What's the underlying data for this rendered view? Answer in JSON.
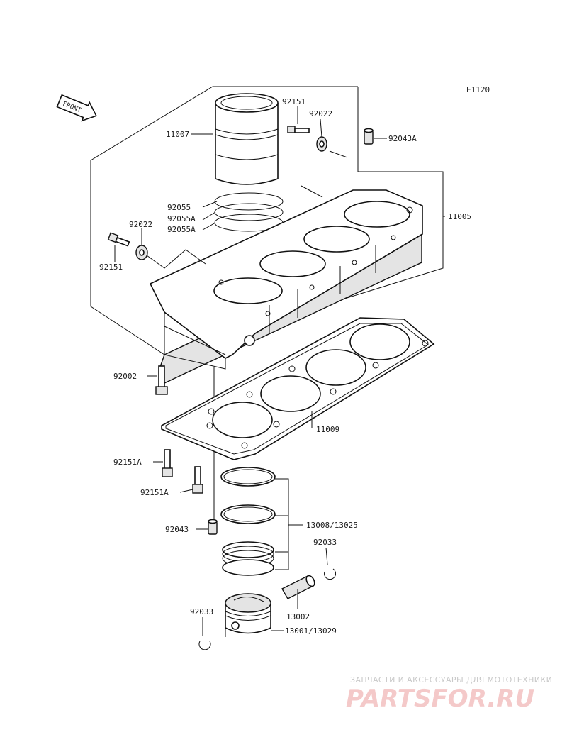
{
  "diagram": {
    "code": "E1120",
    "front_label": "FRONT",
    "labels": {
      "p11007": "11007",
      "p92151_top": "92151",
      "p92022_top": "92022",
      "p92043A": "92043A",
      "p11005": "11005",
      "p92055": "92055",
      "p92055A_1": "92055A",
      "p92055A_2": "92055A",
      "p92022_left": "92022",
      "p92151_left": "92151",
      "p92002": "92002",
      "p11009": "11009",
      "p92151A_1": "92151A",
      "p92151A_2": "92151A",
      "p92043": "92043",
      "p13008": "13008/13025",
      "p92033_right": "92033",
      "p13002": "13002",
      "p92033_left": "92033",
      "p13001": "13001/13029"
    }
  },
  "watermark": {
    "tagline": "ЗАПЧАСТИ И АКСЕССУАРЫ ДЛЯ МОТОТЕХНИКИ",
    "brand": "PARTSFOR.RU",
    "brand_color": "#f4c9c9"
  }
}
